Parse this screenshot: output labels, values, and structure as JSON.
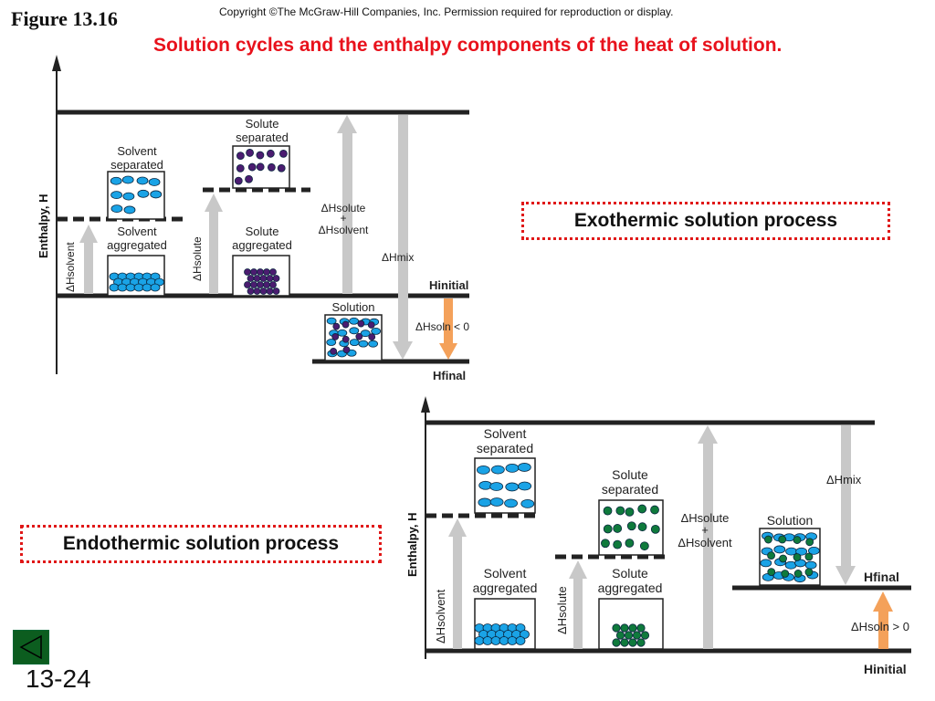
{
  "figure_label": "Figure 13.16",
  "copyright": "Copyright ©The McGraw-Hill Companies, Inc.  Permission required for reproduction or display.",
  "title": "Solution cycles and the enthalpy components of the heat of solution.",
  "exo": {
    "callout": "Exothermic solution process",
    "axis_label": "Enthalpy, H",
    "solvent_sep_1": "Solvent",
    "solvent_sep_2": "separated",
    "solvent_agg_1": "Solvent",
    "solvent_agg_2": "aggregated",
    "solute_sep_1": "Solute",
    "solute_sep_2": "separated",
    "solute_agg_1": "Solute",
    "solute_agg_2": "aggregated",
    "solution_label": "Solution",
    "dh_solvent": "ΔHsolvent",
    "dh_solute": "ΔHsolute",
    "dh_sum_1": "ΔHsolute",
    "dh_sum_plus": "+",
    "dh_sum_2": "ΔHsolvent",
    "dh_mix": "ΔHmix",
    "h_initial": "Hinitial",
    "h_final": "Hfinal",
    "dh_soln": "ΔHsoln < 0"
  },
  "endo": {
    "callout": "Endothermic solution process",
    "axis_label": "Enthalpy, H",
    "solvent_sep_1": "Solvent",
    "solvent_sep_2": "separated",
    "solvent_agg_1": "Solvent",
    "solvent_agg_2": "aggregated",
    "solute_sep_1": "Solute",
    "solute_sep_2": "separated",
    "solute_agg_1": "Solute",
    "solute_agg_2": "aggregated",
    "solution_label": "Solution",
    "dh_solvent": "ΔHsolvent",
    "dh_solute": "ΔHsolute",
    "dh_sum_1": "ΔHsolute",
    "dh_sum_plus": "+",
    "dh_sum_2": "ΔHsolvent",
    "dh_mix": "ΔHmix",
    "h_initial": "Hinitial",
    "h_final": "Hfinal",
    "dh_soln": "ΔHsoln > 0"
  },
  "slide_number": "13-24",
  "colors": {
    "title": "#e8121c",
    "solvent_particle": "#1aa3e6",
    "solute_exo": "#4b1c70",
    "solute_endo": "#0f7a3c",
    "arrow_gray": "#c8c8c8",
    "arrow_orange": "#f4a15a",
    "nav_button": "#0c5d1f"
  },
  "icons": {
    "back_button": "back-triangle-icon"
  }
}
